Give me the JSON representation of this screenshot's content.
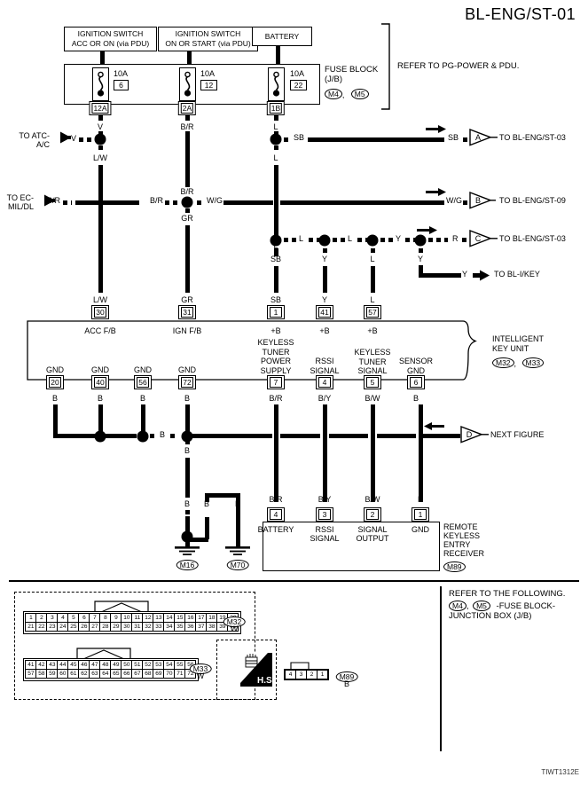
{
  "page": {
    "title": "BL-ENG/ST-01",
    "doc_code": "TIWT1312E"
  },
  "sources": [
    {
      "name": "ignition-acc",
      "line1": "IGNITION SWITCH",
      "line2": "ACC OR ON (via PDU)"
    },
    {
      "name": "ignition-on-start",
      "line1": "IGNITION SWITCH",
      "line2": "ON OR START (via PDU)"
    },
    {
      "name": "battery",
      "line1": "BATTERY",
      "line2": ""
    }
  ],
  "fuse_block": {
    "label_line1": "FUSE BLOCK",
    "label_line2": "(J/B)",
    "connectors": [
      "M4",
      "M5"
    ],
    "connector_sep": ",",
    "refer_note": "REFER TO PG-POWER & PDU.",
    "fuses": [
      {
        "rating": "10A",
        "number": "6",
        "terminal": "12A",
        "wire": "V"
      },
      {
        "rating": "10A",
        "number": "12",
        "terminal": "2A",
        "wire": "B/R"
      },
      {
        "rating": "10A",
        "number": "22",
        "terminal": "1B",
        "wire": "L"
      }
    ]
  },
  "left_exits": [
    {
      "name": "to-atc-ac",
      "dest_line1": "TO ATC-",
      "dest_line2": "A/C",
      "wire": "V"
    },
    {
      "name": "to-ec-mildl",
      "dest_line1": "TO EC-",
      "dest_line2": "MIL/DL",
      "wire": "B/R"
    }
  ],
  "right_exits": [
    {
      "name": "conn-a",
      "letter": "A",
      "dest": "TO BL-ENG/ST-03",
      "wire": "SB",
      "style": "triangle"
    },
    {
      "name": "conn-b",
      "letter": "B",
      "dest": "TO BL-ENG/ST-09",
      "wire": "W/G",
      "style": "triangle"
    },
    {
      "name": "conn-c",
      "letter": "C",
      "dest": "TO BL-ENG/ST-03",
      "wire": "R",
      "style": "triangle"
    },
    {
      "name": "conn-ikey",
      "letter": "",
      "dest": "TO BL-I/KEY",
      "wire": "Y",
      "style": "solid-arrow"
    },
    {
      "name": "conn-d",
      "letter": "D",
      "dest": "NEXT FIGURE",
      "wire": "",
      "style": "triangle-in"
    }
  ],
  "wire_labels": {
    "lw": "L/W",
    "br": "B/R",
    "gr": "GR",
    "wg": "W/G",
    "l": "L",
    "sb": "SB",
    "y": "Y",
    "b": "B",
    "v": "V",
    "r": "R",
    "bslashr": "B/R",
    "bslashy": "B/Y",
    "bslashw": "B/W"
  },
  "intelligent_key_unit": {
    "name_line1": "INTELLIGENT",
    "name_line2": "KEY UNIT",
    "connectors": [
      "M32",
      "M33"
    ],
    "connector_sep": ",",
    "top_pins": [
      {
        "pin": "30",
        "label": "ACC F/B",
        "wire": "L/W",
        "sub": ""
      },
      {
        "pin": "31",
        "label": "IGN F/B",
        "wire": "GR",
        "sub": ""
      },
      {
        "pin": "1",
        "label": "+B",
        "wire": "SB",
        "sub": "KEYLESS\nTUNER\nPOWER\nSUPPLY"
      },
      {
        "pin": "41",
        "label": "+B",
        "wire": "Y",
        "sub": "RSSI\nSIGNAL"
      },
      {
        "pin": "57",
        "label": "+B",
        "wire": "L",
        "sub": "KEYLESS\nTUNER\nSIGNAL"
      }
    ],
    "sensor_gnd_label": "SENSOR\nGND",
    "bottom_pins": [
      {
        "pin": "20",
        "label": "GND",
        "wire": "B"
      },
      {
        "pin": "40",
        "label": "GND",
        "wire": "B"
      },
      {
        "pin": "56",
        "label": "GND",
        "wire": "B"
      },
      {
        "pin": "72",
        "label": "GND",
        "wire": "B"
      },
      {
        "pin": "7",
        "label": "",
        "wire": "B/R"
      },
      {
        "pin": "4",
        "label": "",
        "wire": "B/Y"
      },
      {
        "pin": "5",
        "label": "",
        "wire": "B/W"
      },
      {
        "pin": "6",
        "label": "",
        "wire": "B"
      }
    ]
  },
  "receiver": {
    "name_lines": [
      "REMOTE",
      "KEYLESS",
      "ENTRY",
      "RECEIVER"
    ],
    "connector": "M89",
    "pins": [
      {
        "pin": "4",
        "label": "BATTERY",
        "wire": "B/R"
      },
      {
        "pin": "3",
        "label": "RSSI\nSIGNAL",
        "wire": "B/Y"
      },
      {
        "pin": "2",
        "label": "SIGNAL\nOUTPUT",
        "wire": "B/W"
      },
      {
        "pin": "1",
        "label": "GND",
        "wire": "B"
      }
    ]
  },
  "grounds": [
    {
      "name": "ground-m16",
      "label": "M16",
      "wire": "B"
    },
    {
      "name": "ground-m70",
      "label": "M70",
      "wire": "B"
    }
  ],
  "connector_views": {
    "m32": {
      "id": "M32",
      "color": "W",
      "row1": [
        "1",
        "2",
        "3",
        "4",
        "5",
        "6",
        "7",
        "8",
        "9",
        "10",
        "11",
        "12",
        "13",
        "14",
        "15",
        "16",
        "17",
        "18",
        "19",
        "20"
      ],
      "row2": [
        "21",
        "22",
        "23",
        "24",
        "25",
        "26",
        "27",
        "28",
        "29",
        "30",
        "31",
        "32",
        "33",
        "34",
        "35",
        "36",
        "37",
        "38",
        "39",
        "40"
      ]
    },
    "m33": {
      "id": "M33",
      "color": "W",
      "row1": [
        "41",
        "42",
        "43",
        "44",
        "45",
        "46",
        "47",
        "48",
        "49",
        "50",
        "51",
        "52",
        "53",
        "54",
        "55",
        "56"
      ],
      "row2": [
        "57",
        "58",
        "59",
        "60",
        "61",
        "62",
        "63",
        "64",
        "65",
        "66",
        "67",
        "68",
        "69",
        "70",
        "71",
        "72"
      ]
    },
    "m89": {
      "id": "M89",
      "color": "B",
      "row1": [
        "4",
        "3",
        "2",
        "1"
      ]
    },
    "hs_label": "H.S."
  },
  "footer_note": {
    "heading": "REFER TO THE FOLLOWING.",
    "connectors": [
      "M4",
      "M5"
    ],
    "connector_sep": ",",
    "text_line1": "-FUSE BLOCK-",
    "text_line2": "JUNCTION BOX (J/B)"
  }
}
